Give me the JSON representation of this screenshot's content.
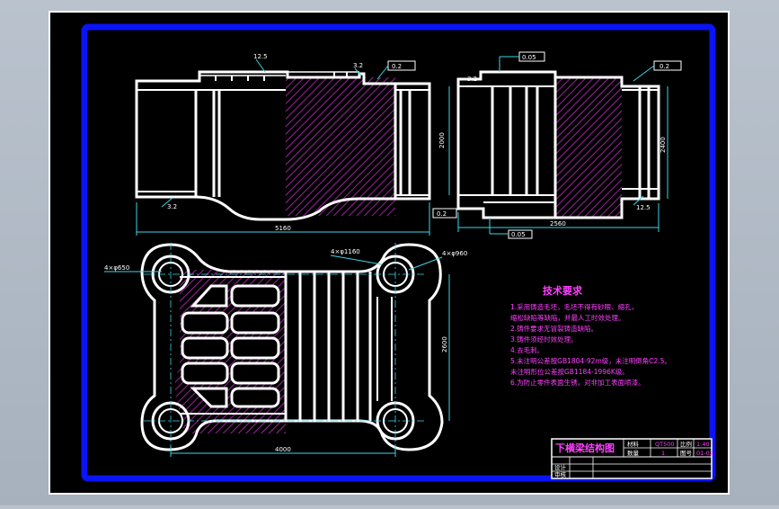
{
  "drawing": {
    "roughness_top_left": "12.5",
    "roughness_top_mid": "3.2",
    "tolerance_top_left": "0.2",
    "roughness_top_right": "3.2",
    "flatness_top_right": "0.05",
    "tolerance_top_right": "0.2",
    "roughness_bottom_left": "3.2",
    "dim_height_left": "2000",
    "dim_height_right": "2400",
    "tolerance_bottom_right_a": "0.2",
    "roughness_bottom_right": "12.5",
    "dim_width_left": "5160",
    "dim_width_right": "2560",
    "flatness_bottom_right": "0.05",
    "hole_label_left": "4×φ650",
    "hole_label_mid": "4×φ1160",
    "hole_label_right": "4×φ960",
    "dim_plan_height": "2600",
    "dim_plan_width": "4000"
  },
  "tech": {
    "title": "技术要求",
    "items": [
      "1.采用铸造毛坯，毛坯不得有砂眼、缩孔，",
      "  缩松缺陷等缺陷，并最人工时效处理。",
      "2.铸件要求无冒裂铸造缺陷。",
      "3.铸件须经时效处理。",
      "4.去毛刺。",
      "5.未注明公差按GB1804-92m级，未注明倒角C2.5。",
      "未注明形位公差按GB1184-1996K级。",
      "6.为防止零件表面生锈，对非加工表面喷漆。"
    ]
  },
  "title_block": {
    "name": "下横梁结构图",
    "material_label": "材料",
    "material_value": "QT500",
    "scale_label": "比例",
    "scale_value": "1:40",
    "qty_label": "数量",
    "qty_value": "1",
    "sheet_label": "图号",
    "sheet_value": "01-02",
    "design_label": "设计",
    "check_label": "审核"
  },
  "colors": {
    "background": "#000000",
    "frame_blue": "#0a14f5",
    "outline": "#ffffff",
    "hatch": "#c22bc2",
    "tech_text": "#ff40ff",
    "dimension": "#3dd6e8",
    "window": "#b3bcc8"
  }
}
